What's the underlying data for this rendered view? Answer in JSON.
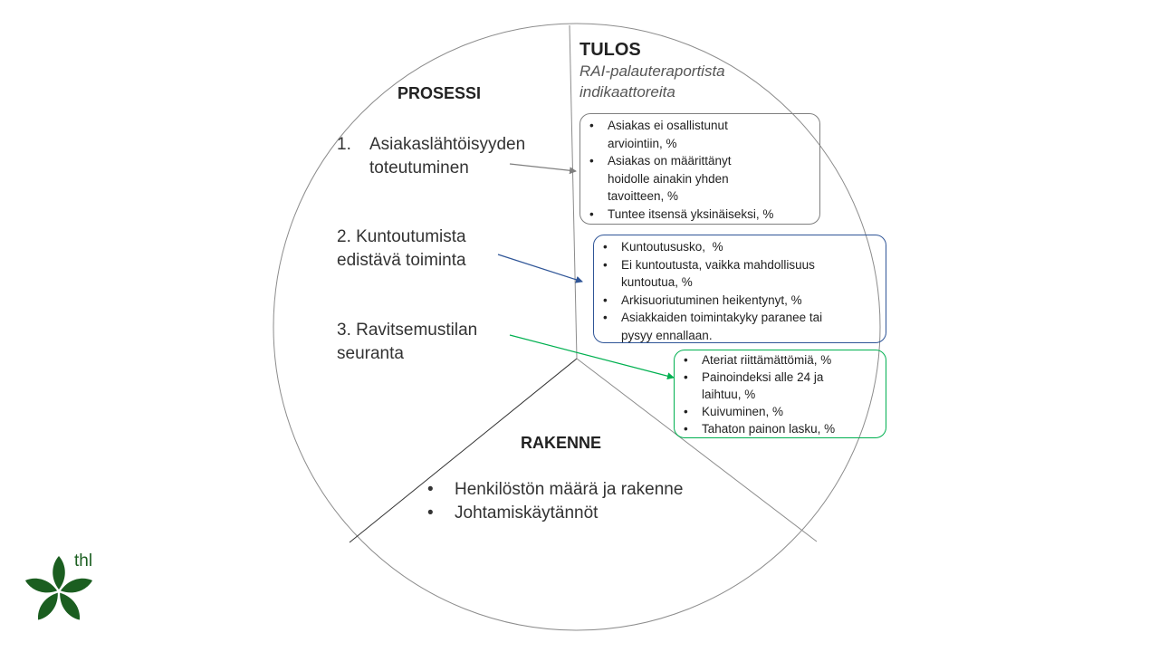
{
  "sections": {
    "tulos": {
      "title": "TULOS",
      "subtitle_line1": "RAI-palauteraportista",
      "subtitle_line2": "indikaattoreita"
    },
    "prosessi": {
      "title": "PROSESSI",
      "items": [
        {
          "number": "1.",
          "line1": "Asiakaslähtöisyyden",
          "line2": "toteutuminen"
        },
        {
          "line1": "2. Kuntoutumista",
          "line2": "edistävä toiminta"
        },
        {
          "line1": "3. Ravitsemustilan",
          "line2": "seuranta"
        }
      ]
    },
    "rakenne": {
      "title": "RAKENNE",
      "items": [
        "Henkilöstön määrä ja rakenne",
        "Johtamiskäytännöt"
      ]
    }
  },
  "indicator_groups": [
    {
      "color": "#7f7f7f",
      "items": [
        "Asiakas ei osallistunut\narviointiin, %",
        "Asiakas on määrittänyt\nhoidolle ainakin yhden\ntavoitteen, %",
        "Tuntee itsensä yksinäiseksi, %"
      ]
    },
    {
      "color": "#2f5597",
      "items": [
        "Kuntoutususko,  %",
        "Ei kuntoutusta, vaikka mahdollisuus\nkuntoutua, %",
        "Arkisuoriutuminen heikentynyt, %",
        "Asiakkaiden toimintakyky paranee tai\npysyy ennallaan."
      ]
    },
    {
      "color": "#00b050",
      "items": [
        "Ateriat riittämättömiä, %",
        "Painoindeksi alle 24 ja\nlaihtuu, %",
        "Kuivuminen, %",
        "Tahaton painon lasku, %"
      ]
    }
  ],
  "logo": {
    "text": "thl",
    "color": "#1b5e20"
  }
}
